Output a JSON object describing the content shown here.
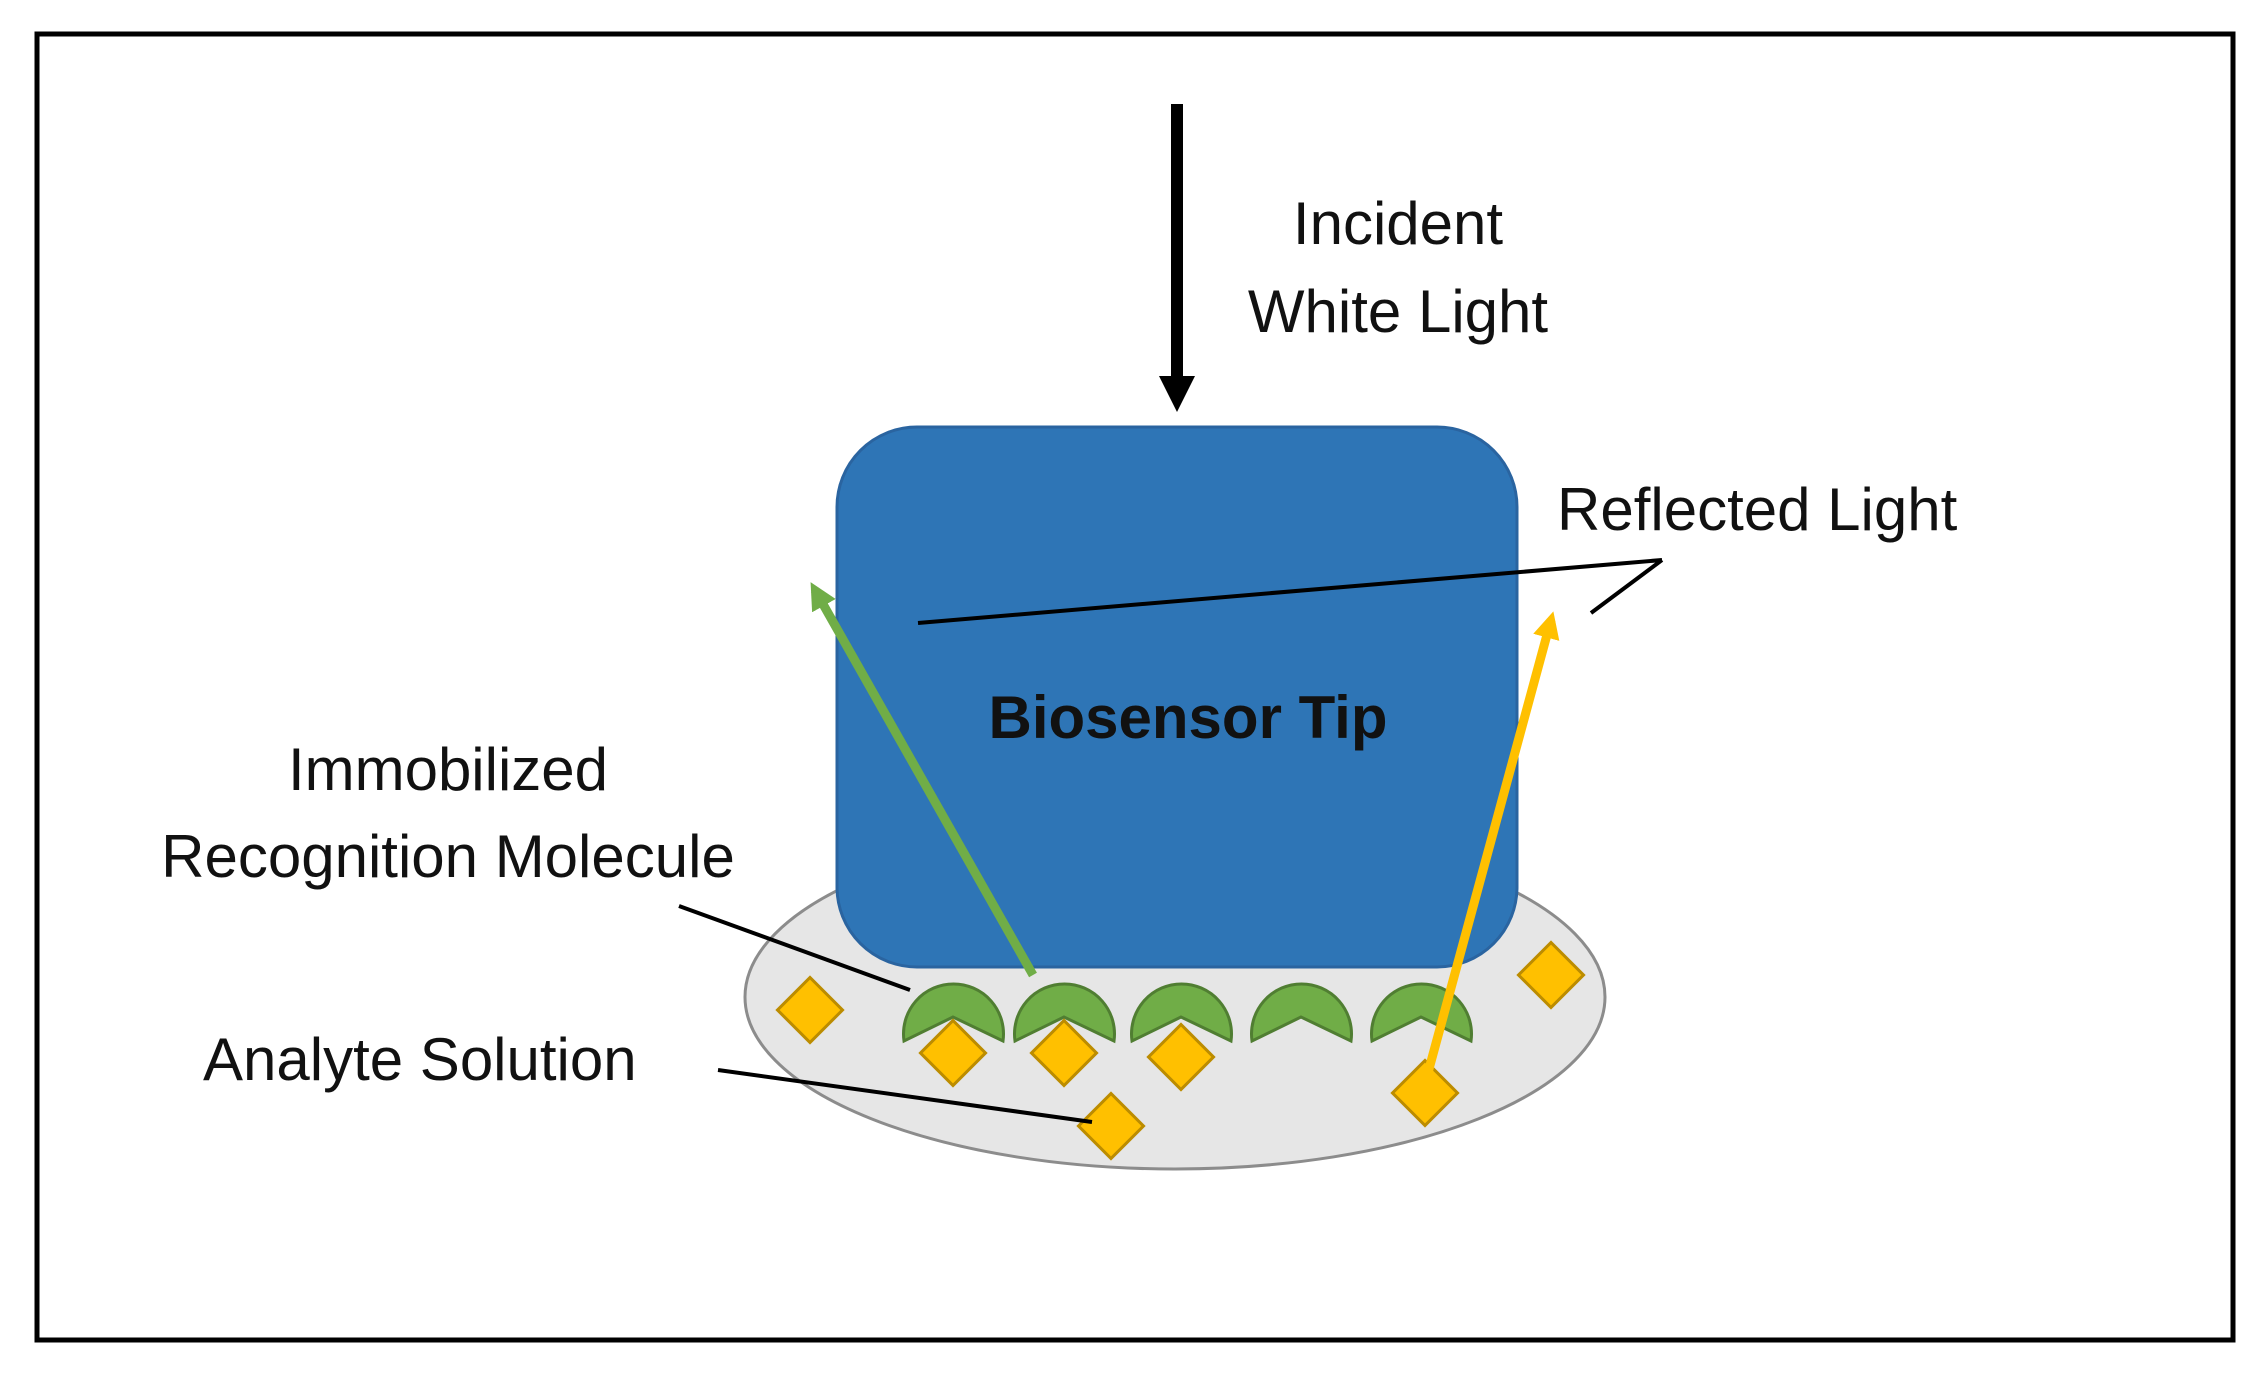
{
  "diagram": {
    "labels": {
      "incident_line1": "Incident",
      "incident_line2": "White Light",
      "reflected": "Reflected Light",
      "tip": "Biosensor Tip",
      "immobilized_line1": "Immobilized",
      "immobilized_line2": "Recognition Molecule",
      "analyte": "Analyte Solution"
    },
    "colors": {
      "frame": "#000000",
      "tip_fill": "#2E75B6",
      "tip_stroke": "#2A64A0",
      "solution_fill": "#E6E6E6",
      "solution_stroke": "#8C8C8C",
      "molecule_fill": "#70AD47",
      "molecule_stroke": "#507E32",
      "analyte_fill": "#FFC000",
      "analyte_stroke": "#BC8C00",
      "green_ray": "#70AD47",
      "yellow_ray": "#FFC000",
      "text": "#111111"
    },
    "icons": {
      "molecule": "pacman-receptor-icon",
      "analyte": "diamond-analyte-icon"
    }
  }
}
